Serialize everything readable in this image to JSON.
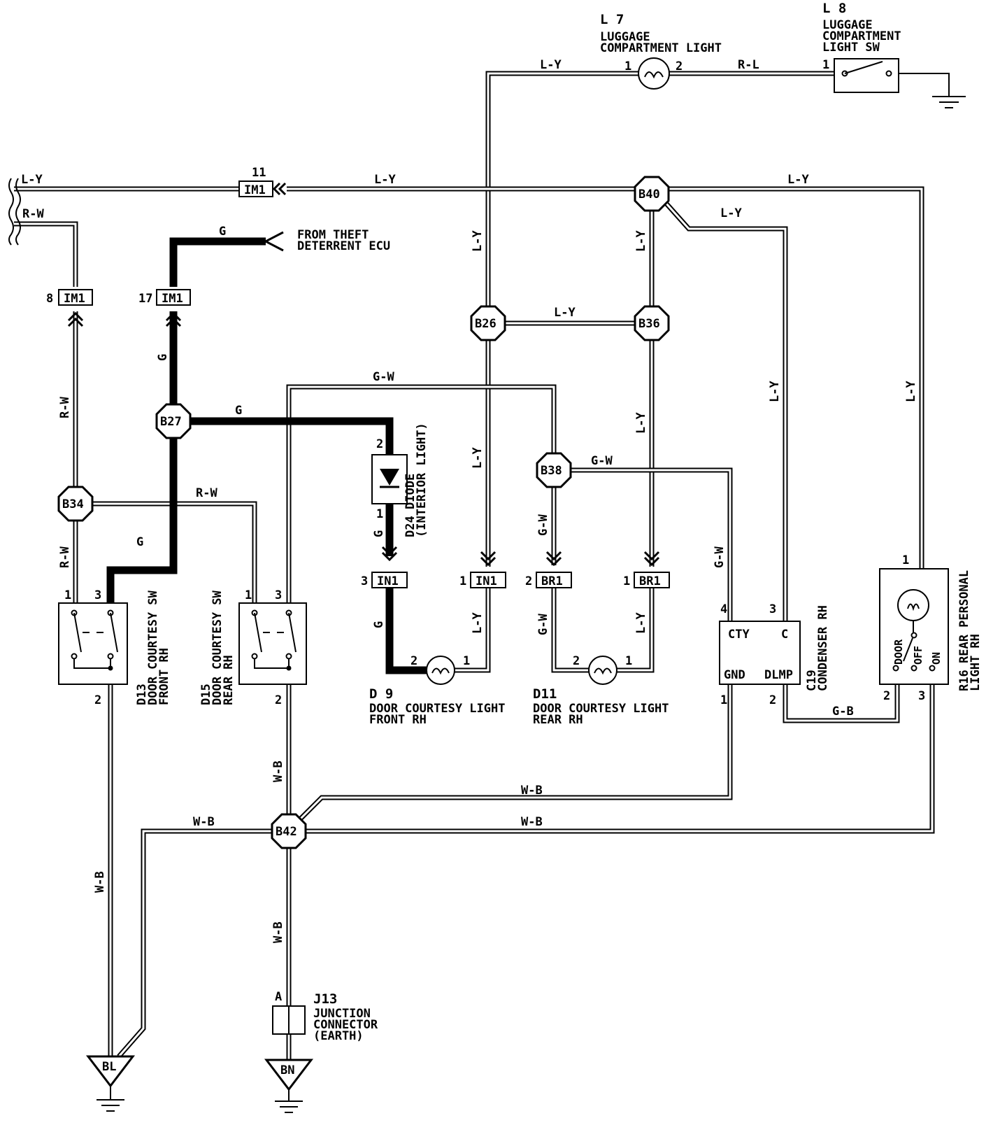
{
  "wire_colors": {
    "l_y": "L-Y",
    "r_l": "R-L",
    "r_w": "R-W",
    "g": "G",
    "g_w": "G-W",
    "w_b": "W-B",
    "g_b": "G-B"
  },
  "external": {
    "theft_line1": "FROM THEFT",
    "theft_line2": "DETERRENT ECU"
  },
  "junctions": {
    "b40": "B40",
    "b26": "B26",
    "b36": "B36",
    "b27": "B27",
    "b34": "B34",
    "b38": "B38",
    "b42": "B42"
  },
  "connectors": {
    "im1": "IM1",
    "in1": "IN1",
    "br1": "BR1"
  },
  "pins": {
    "p1": "1",
    "p2": "2",
    "p3": "3",
    "p4": "4",
    "p8": "8",
    "p11": "11",
    "p17": "17",
    "pa": "A"
  },
  "components": {
    "l7": {
      "code": "L 7",
      "name1": "LUGGAGE",
      "name2": "COMPARTMENT LIGHT"
    },
    "l8": {
      "code": "L 8",
      "name1": "LUGGAGE",
      "name2": "COMPARTMENT",
      "name3": "LIGHT SW"
    },
    "d9": {
      "code": "D 9",
      "name1": "DOOR COURTESY LIGHT",
      "name2": "FRONT RH"
    },
    "d11": {
      "code": "D11",
      "name1": "DOOR COURTESY LIGHT",
      "name2": "REAR RH"
    },
    "d13": {
      "code": "D13",
      "name1": "DOOR COURTESY SW",
      "name2": "FRONT RH"
    },
    "d15": {
      "code": "D15",
      "name1": "DOOR COURTESY SW",
      "name2": "REAR RH"
    },
    "d24": {
      "code": "D24",
      "name1": "DIODE",
      "name2": "(INTERIOR LIGHT)"
    },
    "c19": {
      "code": "C19",
      "name1": "CONDENSER RH",
      "t_cty": "CTY",
      "t_c": "C",
      "t_gnd": "GND",
      "t_dlmp": "DLMP"
    },
    "r16": {
      "code": "R16",
      "name1": "REAR PERSONAL",
      "name2": "LIGHT RH",
      "sw_door": "DOOR",
      "sw_off": "OFF",
      "sw_on": "ON"
    },
    "j13": {
      "code": "J13",
      "name1": "JUNCTION",
      "name2": "CONNECTOR",
      "name3": "(EARTH)"
    }
  },
  "grounds": {
    "bl": "BL",
    "bn": "BN"
  }
}
